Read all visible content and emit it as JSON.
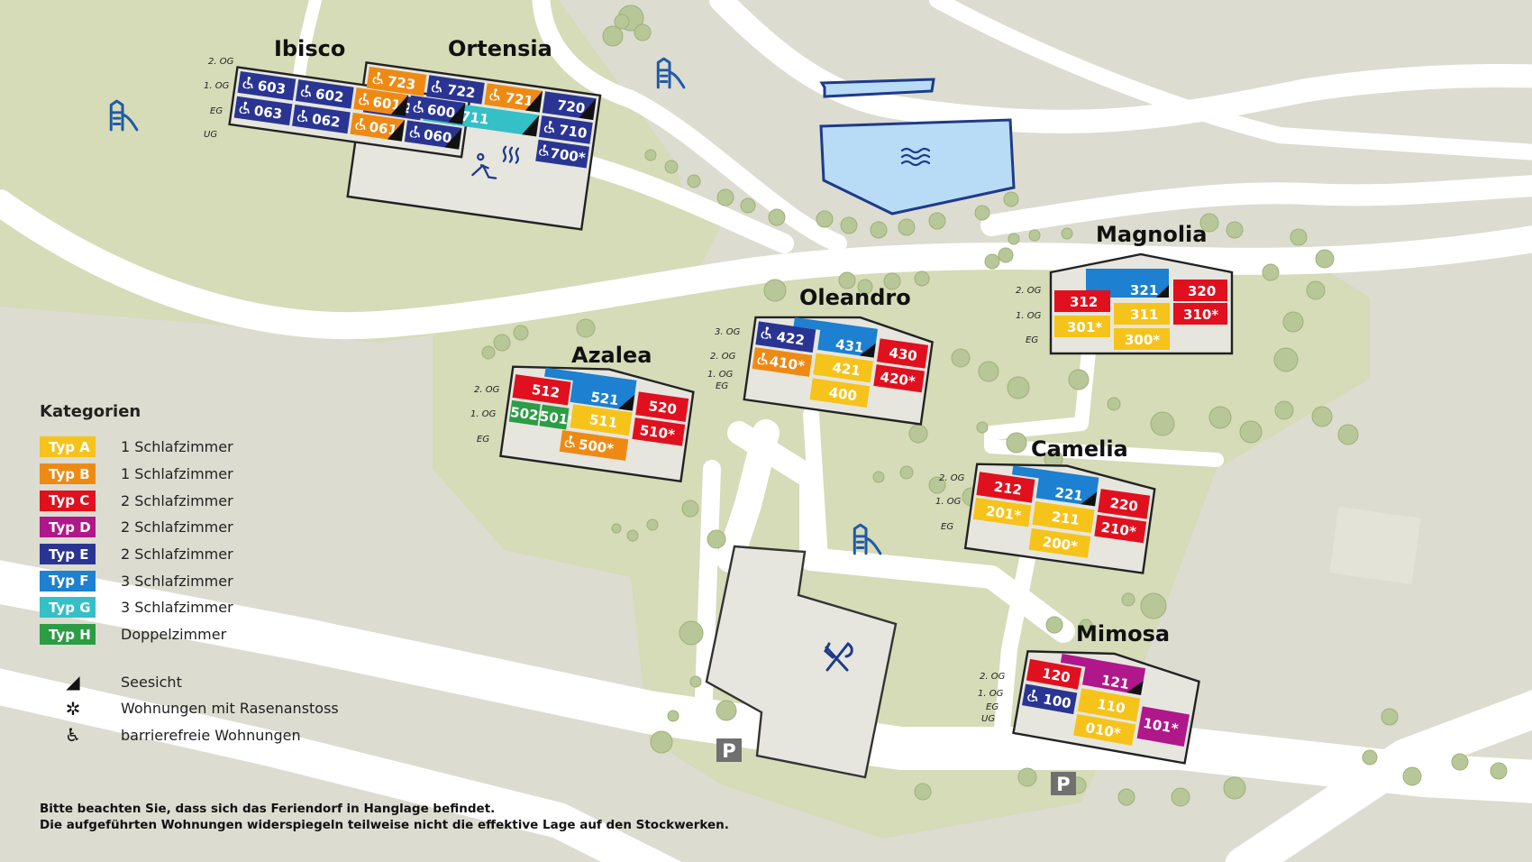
{
  "buildings": {
    "ibisco": "Ibisco",
    "ortensia": "Ortensia",
    "magnolia": "Magnolia",
    "oleandro": "Oleandro",
    "azalea": "Azalea",
    "camelia": "Camelia",
    "mimosa": "Mimosa"
  },
  "floors": {
    "og2": "2. OG",
    "og1": "1. OG",
    "eg": "EG",
    "ug": "UG"
  },
  "units": {
    "u723": "723",
    "u722": "722",
    "u721": "721",
    "u720": "720",
    "u712": "712",
    "u711": "711",
    "u710": "710",
    "u700": "700*",
    "u603": "603",
    "u602": "602",
    "u601": "601",
    "u600": "600",
    "u063": "063",
    "u062": "062",
    "u061": "061",
    "u060": "060",
    "u312": "312",
    "u321": "321",
    "u320": "320",
    "u301": "301*",
    "u311": "311",
    "u310": "310*",
    "u300": "300*",
    "u422": "422",
    "u431": "431",
    "u430": "430",
    "u410": "410*",
    "u421": "421",
    "u420": "420*",
    "u400": "400",
    "u512": "512",
    "u521": "521",
    "u520": "520",
    "u502": "502*",
    "u501": "501*",
    "u511": "511",
    "u510": "510*",
    "u500": "500*",
    "u212": "212",
    "u221": "221",
    "u220": "220",
    "u201": "201*",
    "u211": "211",
    "u210": "210*",
    "u200": "200*",
    "u120": "120",
    "u121": "121",
    "u100": "100",
    "u110": "110",
    "u101": "101*",
    "u010": "010*"
  },
  "parking": "P",
  "legend": {
    "title": "Kategorien",
    "categories": [
      {
        "badge": "Typ A",
        "label": "1 Schlafzimmer",
        "color": "#f6c31b"
      },
      {
        "badge": "Typ B",
        "label": "1 Schlafzimmer",
        "color": "#ee8a14"
      },
      {
        "badge": "Typ C",
        "label": "2 Schlafzimmer",
        "color": "#e0101f"
      },
      {
        "badge": "Typ D",
        "label": "2 Schlafzimmer",
        "color": "#b0178a"
      },
      {
        "badge": "Typ E",
        "label": "2 Schlafzimmer",
        "color": "#2a3593"
      },
      {
        "badge": "Typ F",
        "label": "3 Schlafzimmer",
        "color": "#1d80d0"
      },
      {
        "badge": "Typ G",
        "label": "3 Schlafzimmer",
        "color": "#35bfc6"
      },
      {
        "badge": "Typ H",
        "label": "Doppelzimmer",
        "color": "#2c9c45"
      }
    ],
    "symbols": [
      {
        "icon": "lake-view-triangle-icon",
        "glyph": "◢",
        "label": "Seesicht"
      },
      {
        "icon": "lawn-flower-icon",
        "glyph": "✲",
        "label": "Wohnungen mit Rasenanstoss"
      },
      {
        "icon": "wheelchair-icon",
        "glyph": "♿",
        "label": "barrierefreie Wohnungen"
      }
    ]
  },
  "footnote": {
    "line1": "Bitte beachten Sie, dass sich das Feriendorf in Hanglage befindet.",
    "line2": "Die aufgeführten Wohnungen widerspiegeln teilweise nicht die effektive Lage auf den Stockwerken."
  }
}
